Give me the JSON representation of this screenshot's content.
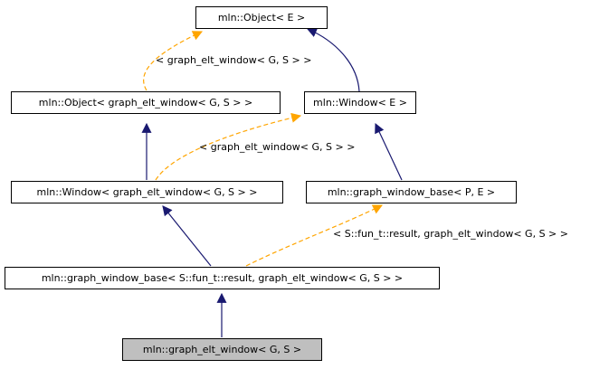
{
  "colors": {
    "inheritance_edge": "#191970",
    "template_edge": "#ffa500",
    "node_border": "#000000",
    "node_fill": "#ffffff",
    "highlight_fill": "#bfbfbf"
  },
  "nodes": {
    "object_e": "mln::Object< E >",
    "object_gew": "mln::Object< graph_elt_window< G, S > >",
    "window_e": "mln::Window< E >",
    "window_gew": "mln::Window< graph_elt_window< G, S > >",
    "gwb_pe": "mln::graph_window_base< P, E >",
    "gwb_gew": "mln::graph_window_base< S::fun_t::result, graph_elt_window< G, S > >",
    "gew": "mln::graph_elt_window< G, S >"
  },
  "edge_labels": {
    "object_template": "< graph_elt_window< G, S > >",
    "window_template": "< graph_elt_window< G, S > >",
    "gwb_template": "< S::fun_t::result, graph_elt_window< G, S > >"
  }
}
